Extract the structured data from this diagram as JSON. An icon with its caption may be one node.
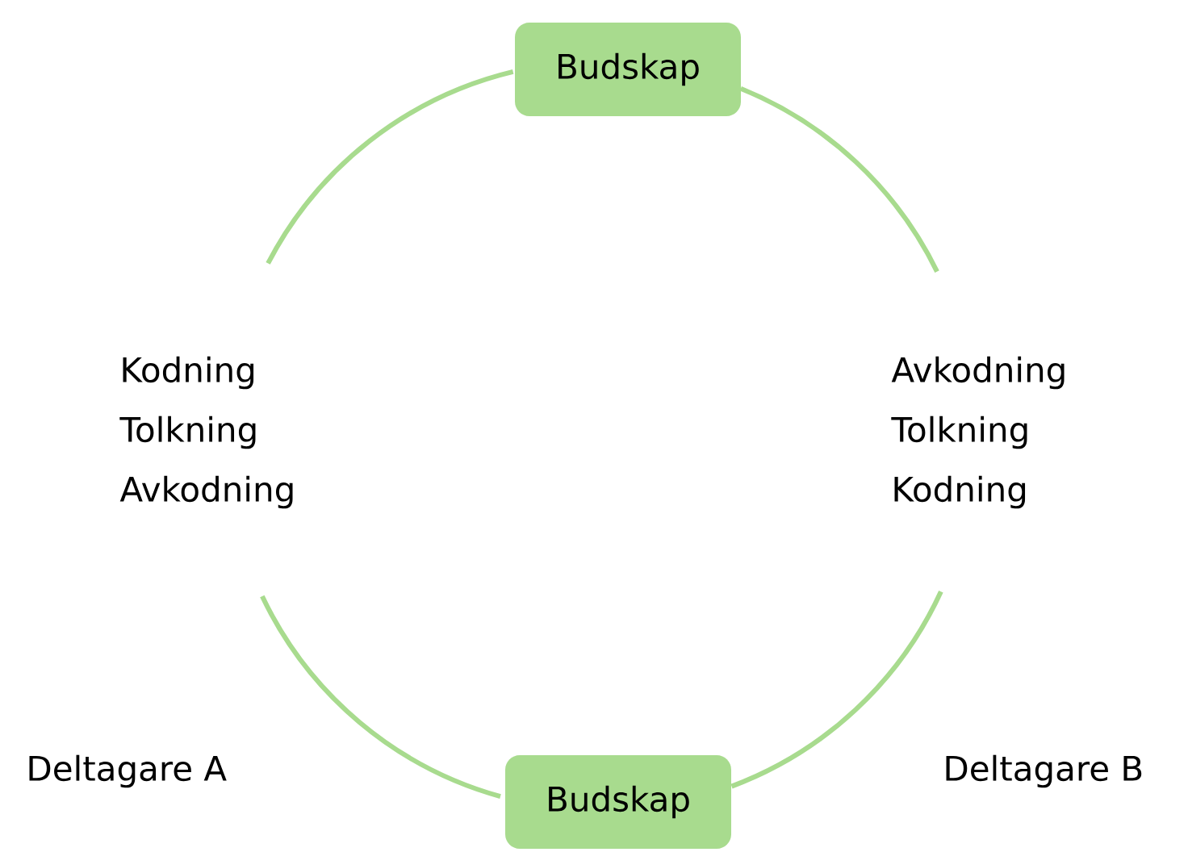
{
  "diagram": {
    "nodes": [
      {
        "text": [
          "Budskap"
        ]
      },
      {
        "text": [
          "Kodning",
          "Tolkning",
          "Avkodning"
        ]
      },
      {
        "text": [
          "Avkodning",
          "Tolkning",
          "Kodning"
        ]
      },
      {
        "text": [
          "Budskap"
        ]
      }
    ],
    "edges": [
      {
        "from": 1,
        "to": 0,
        "arrow": "none"
      },
      {
        "from": 0,
        "to": 2,
        "arrow": "none"
      },
      {
        "from": 2,
        "to": 3,
        "arrow": "none"
      },
      {
        "from": 3,
        "to": 1,
        "arrow": "none"
      }
    ],
    "labels": [
      "Deltagare A",
      "Deltagare B"
    ]
  }
}
